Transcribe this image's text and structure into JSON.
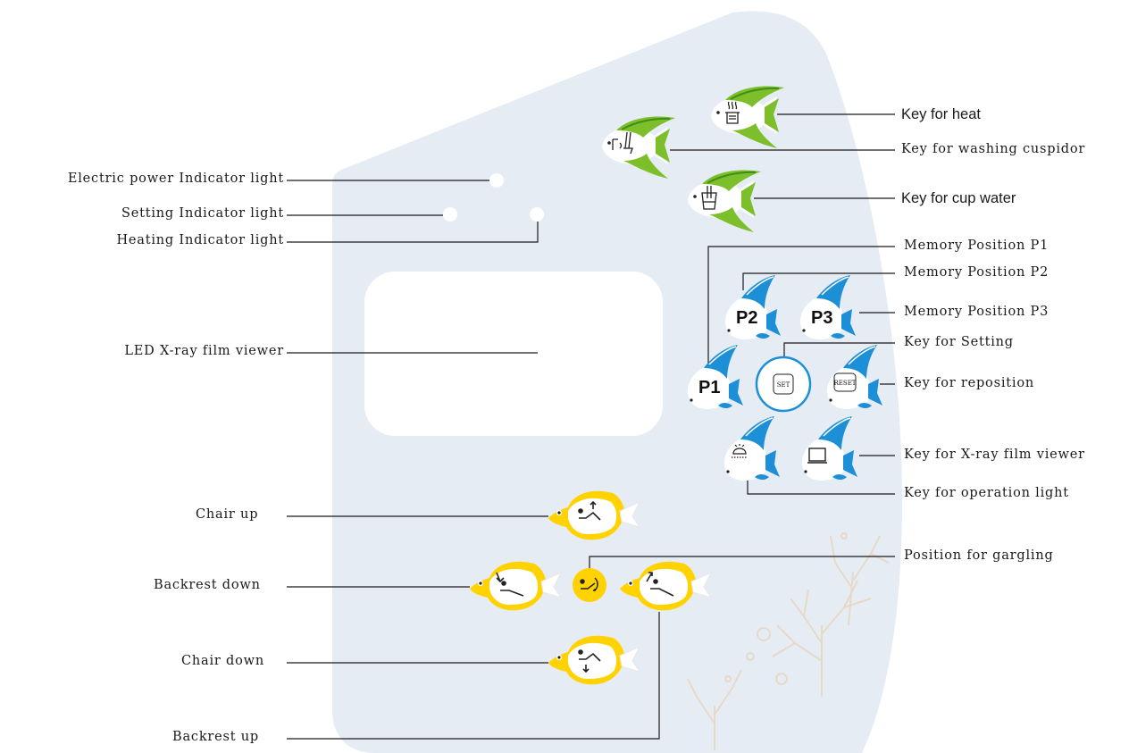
{
  "colors": {
    "panel": "#e6ecf4",
    "leader": "#1a1a1a",
    "green_fish": "#7cbf2a",
    "blue_fish": "#1c8fd6",
    "yellow_fish": "#ffd200",
    "coral": "#e6d8c4"
  },
  "labels_left": {
    "power_light": "Electric power Indicator light",
    "setting_light": "Setting Indicator light",
    "heating_light": "Heating Indicator light",
    "film_viewer": "LED X-ray film viewer",
    "chair_up": "Chair up",
    "backrest_down": "Backrest down",
    "chair_down": "Chair down",
    "backrest_up": "Backrest up"
  },
  "labels_right": {
    "heat": "Key for heat",
    "washing_cuspidor": "Key for washing cuspidor",
    "cup_water": "Key for cup water",
    "mem_p1": "Memory Position P1",
    "mem_p2": "Memory Position P2",
    "mem_p3": "Memory Position P3",
    "setting": "Key for Setting",
    "reposition": "Key for reposition",
    "xray_viewer": "Key for X-ray film viewer",
    "operation_light": "Key for operation light",
    "gargling": "Position for gargling"
  },
  "key_text": {
    "p1": "P1",
    "p2": "P2",
    "p3": "P3",
    "set": "SET",
    "reset": "RESET"
  },
  "icons": {
    "heat": "heat-icon",
    "washing_cuspidor": "cuspidor-flush-icon",
    "cup_water": "cup-water-icon",
    "operation_light": "lamp-icon",
    "xray_viewer": "film-viewer-icon",
    "chair_up": "chair-up-icon",
    "backrest_down": "backrest-down-icon",
    "chair_down": "chair-down-icon",
    "backrest_up": "backrest-up-icon",
    "gargling": "gargle-position-icon"
  }
}
